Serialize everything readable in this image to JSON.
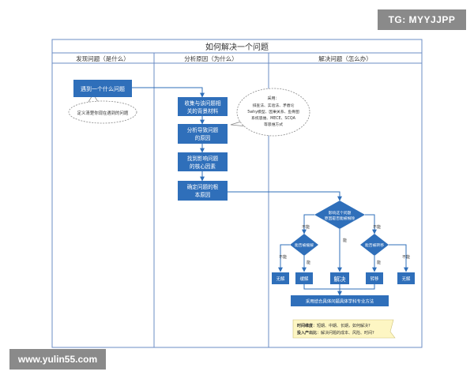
{
  "watermarks": {
    "top": "TG: MYYJJPP",
    "bottom": "www.yulin55.com"
  },
  "title": "如何解决一个问题",
  "lanes": [
    "发现问题（是什么）",
    "分析原因（为什么）",
    "解决问题（怎么办）"
  ],
  "nodes": {
    "encounter": "遇到一个什么问题",
    "define": "定义清楚你现在遇到的问题",
    "collect": [
      "收集与该问题相",
      "关的背景材料"
    ],
    "analyze": [
      "分析导致问题",
      "的原因"
    ],
    "core": [
      "找到影响问题",
      "的核心因素"
    ],
    "root": [
      "确定问题的根",
      "本原因"
    ],
    "methods": [
      "采用：",
      "排查法、实验法、矛盾论",
      "5why模型、因果关系、鱼骨图",
      "系统思维、MECE、SCQA",
      "等思维方式"
    ],
    "decision_main": [
      "影响这个问题",
      "原因是否能被根除"
    ],
    "decision_left": "能否被缓解",
    "decision_right": "能否被转移",
    "label_no": "不能",
    "label_yes": "能",
    "result_none1": "无解",
    "result_relieve": "缓解",
    "result_solve": "解决",
    "result_transfer": "转移",
    "result_none2": "无解",
    "final": "采用结合具体问题具体学科专业方法",
    "note_time_label": "时间维度",
    "note_time_text": "：短期、中期、长期，如何解决?",
    "note_cost_label": "投入产出比",
    "note_cost_text": "：解决问题的成本、风险、时间?"
  },
  "colors": {
    "primary": "#2f6fba",
    "frame": "#6b8cc4",
    "note": "#fdf6c3"
  }
}
